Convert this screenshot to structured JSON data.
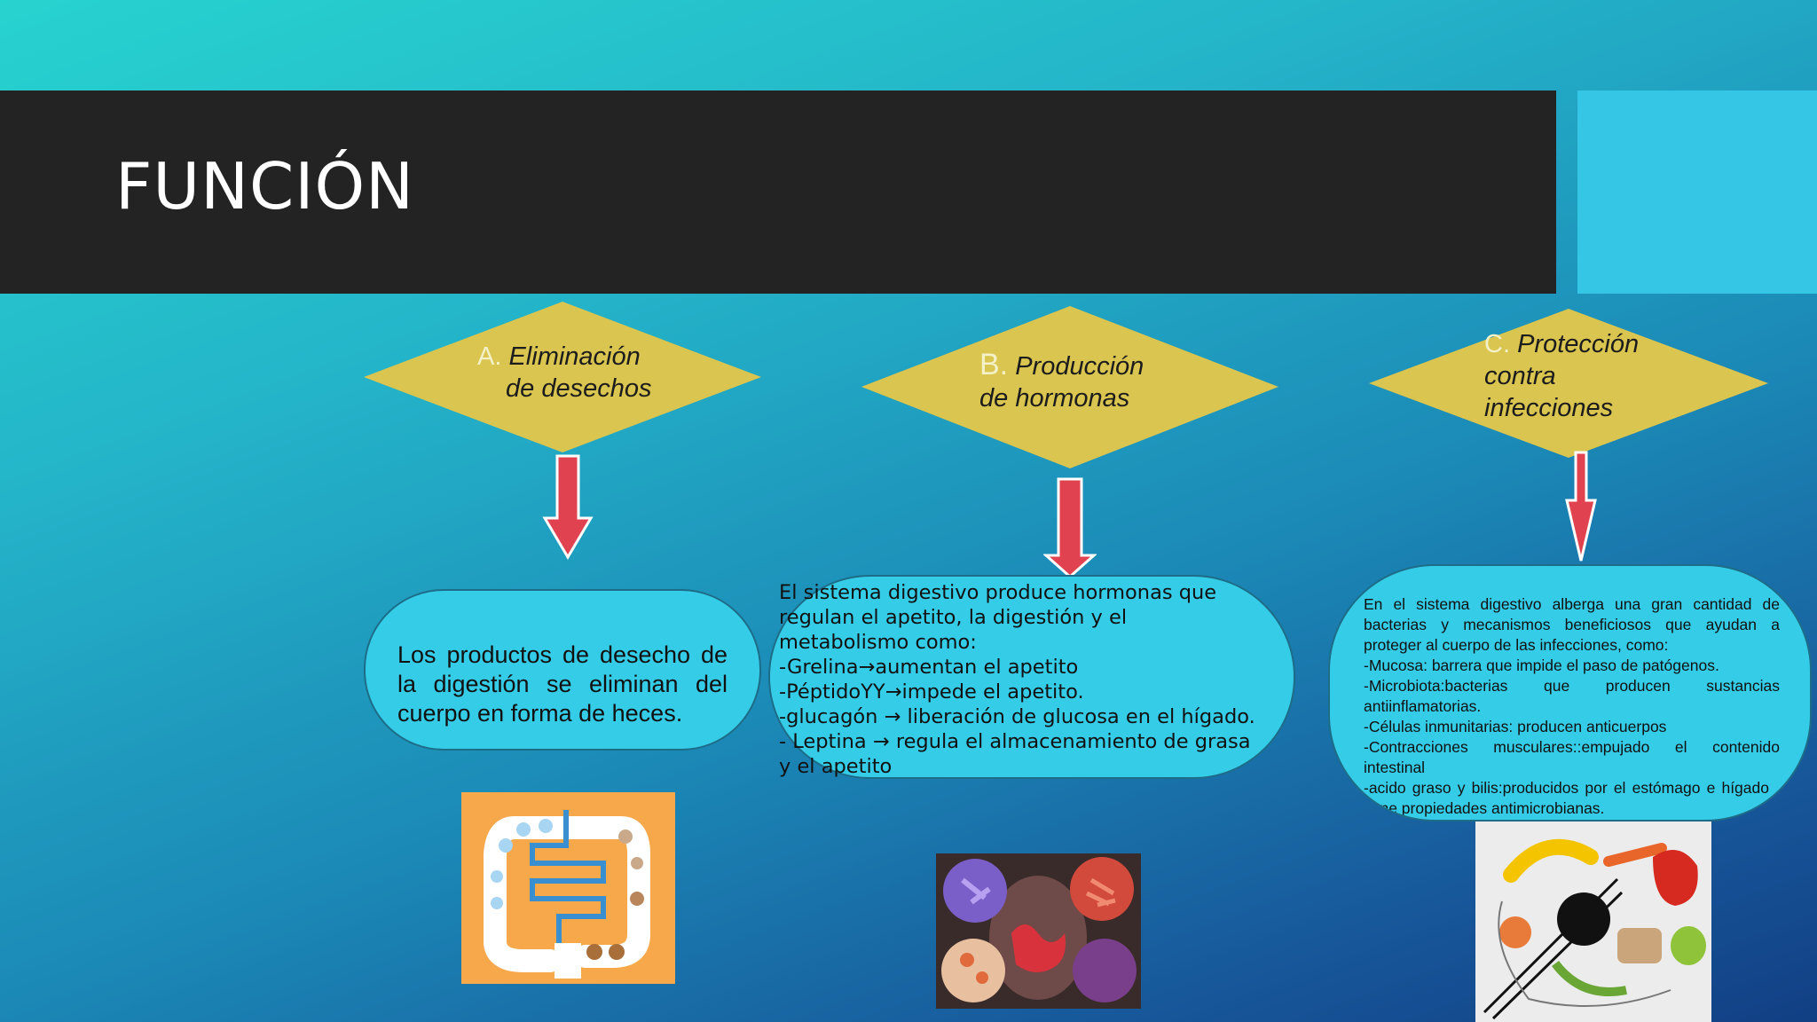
{
  "slide": {
    "title": "FUNCIÓN",
    "colors": {
      "title_bar": "#232323",
      "accent": "#34c6e4",
      "diamond": "#d9c54f",
      "arrow": "#e0434f",
      "pill": "#35cce8"
    }
  },
  "functions": [
    {
      "letter": "A.",
      "title_line1": "Eliminación",
      "title_line2": "de desechos",
      "description": "Los productos de desecho de la digestión se eliminan del cuerpo en forma de heces.",
      "image_icon": "intestine-diagram-icon"
    },
    {
      "letter": "B.",
      "title_line1": "Producción",
      "title_line2": "de hormonas",
      "description_lines": [
        "El sistema digestivo produce hormonas que regulan el apetito, la digestión y el metabolismo como:",
        "-Grelina→aumentan el apetito",
        "-PéptidoYY→impede el apetito.",
        "-glucagón → liberación de glucosa en el hígado.",
        "- Leptina → regula el almacenamiento de grasa y el apetito"
      ],
      "image_icon": "gut-bacteria-collage-icon"
    },
    {
      "letter": "C.",
      "title_line1": "Protección",
      "title_line2": "contra",
      "title_line3": "infecciones",
      "description_lines": [
        "En el sistema digestivo alberga una gran cantidad de bacterias y mecanismos beneficiosos que ayudan a proteger al cuerpo de las infecciones, como:",
        "-Mucosa: barrera que impide el paso de patógenos.",
        "-Microbiota:bacterias que producen sustancias antiinflamatorias.",
        "-Células inmunitarias: producen anticuerpos",
        "-Contracciones musculares::empujado el contenido intestinal",
        "-acido graso y bilis:producidos por el estómago e hígado , tiene propiedades antimicrobianas."
      ],
      "image_icon": "healthy-food-plate-icon"
    }
  ]
}
